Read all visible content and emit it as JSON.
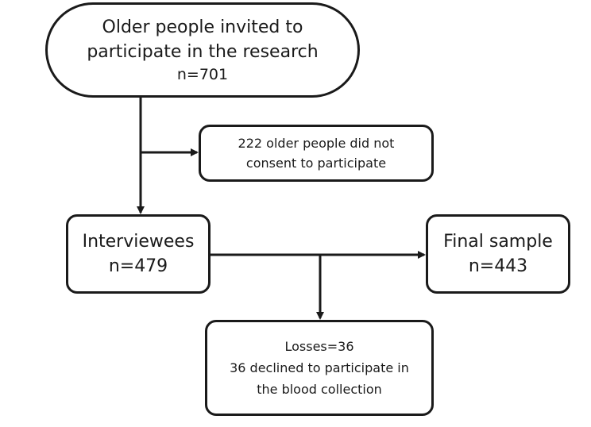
{
  "nodes": {
    "invited": {
      "line1": "Older people invited to",
      "line2": "participate in the research",
      "count": "n=701"
    },
    "not_consented": {
      "line1": "222 older people did not",
      "line2": "consent to participate"
    },
    "interviewees": {
      "label": "Interviewees",
      "count": "n=479"
    },
    "final_sample": {
      "label": "Final sample",
      "count": "n=443"
    },
    "losses": {
      "line1": "Losses=36",
      "line2": "36 declined to participate in",
      "line3": "the blood collection"
    }
  },
  "style": {
    "stroke_color": "#1a1a1a",
    "background": "#ffffff"
  }
}
